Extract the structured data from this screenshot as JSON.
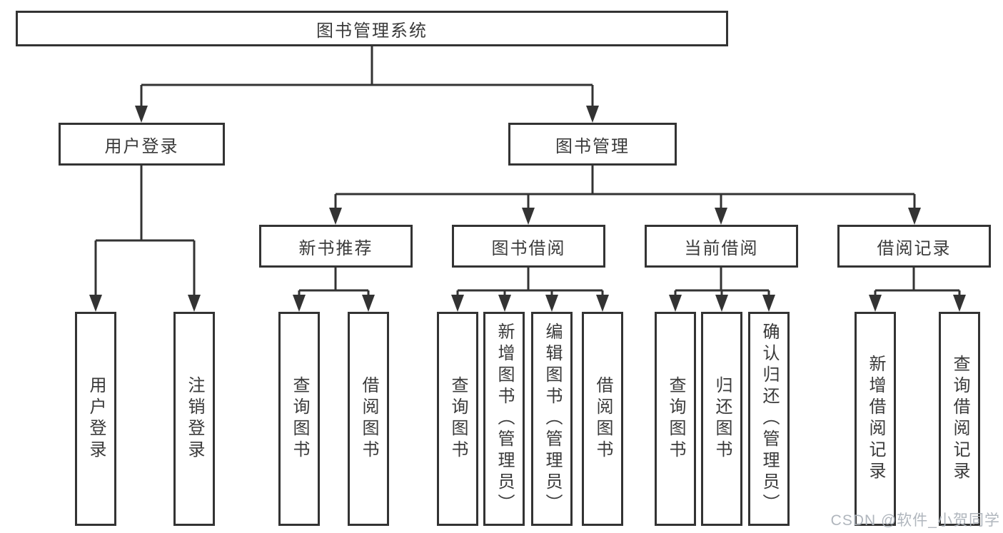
{
  "tree": {
    "root": {
      "label": "图书管理系统",
      "children": [
        {
          "label": "用户登录",
          "children": [
            {
              "label": "用户登录"
            },
            {
              "label": "注销登录"
            }
          ]
        },
        {
          "label": "图书管理",
          "children": [
            {
              "label": "新书推荐",
              "children": [
                {
                  "label": "查询图书"
                },
                {
                  "label": "借阅图书"
                }
              ]
            },
            {
              "label": "图书借阅",
              "children": [
                {
                  "label": "查询图书"
                },
                {
                  "label": "新增图书（管理员）"
                },
                {
                  "label": "编辑图书（管理员）"
                },
                {
                  "label": "借阅图书"
                }
              ]
            },
            {
              "label": "当前借阅",
              "children": [
                {
                  "label": "查询图书"
                },
                {
                  "label": "归还图书"
                },
                {
                  "label": "确认归还（管理员）"
                }
              ]
            },
            {
              "label": "借阅记录",
              "children": [
                {
                  "label": "新增借阅记录"
                },
                {
                  "label": "查询借阅记录"
                }
              ]
            }
          ]
        }
      ]
    }
  },
  "watermark": {
    "text": "CSDN @软件_小贺同学"
  },
  "colors": {
    "line": "#333333",
    "text": "#3a3a3a",
    "background": "#ffffff",
    "watermark": "#acb2b9"
  }
}
